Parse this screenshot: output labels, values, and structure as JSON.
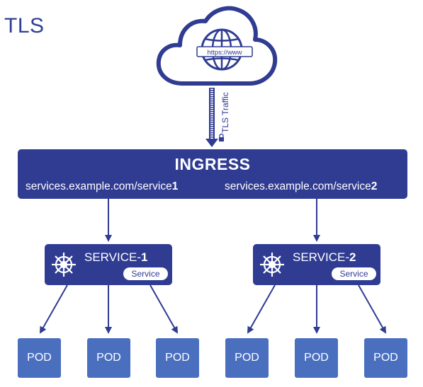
{
  "title": "TLS",
  "cloud": {
    "url_label": "https://www"
  },
  "traffic_label": "TLS Traffic",
  "ingress": {
    "title": "INGRESS",
    "paths": [
      {
        "prefix": "services.example.com/service",
        "suffix": "1"
      },
      {
        "prefix": "services.example.com/service",
        "suffix": "2"
      }
    ]
  },
  "services": [
    {
      "prefix": "SERVICE-",
      "suffix": "1",
      "badge": "Service"
    },
    {
      "prefix": "SERVICE-",
      "suffix": "2",
      "badge": "Service"
    }
  ],
  "pods": [
    "POD",
    "POD",
    "POD",
    "POD",
    "POD",
    "POD"
  ],
  "colors": {
    "primary": "#2f3c92",
    "pod": "#4a6fbf",
    "title": "#2f3f95"
  }
}
